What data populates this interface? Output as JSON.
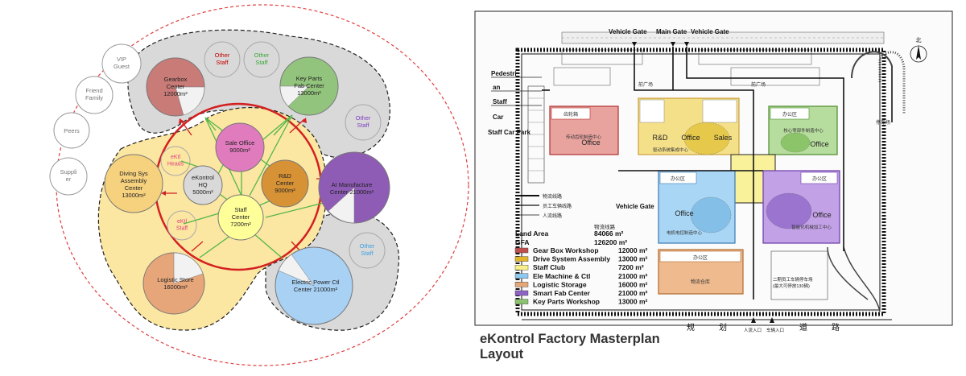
{
  "bubble_diagram": {
    "bubbles": [
      {
        "id": "gearbox",
        "label": "Gearbox\nCenter\n12000m²",
        "color": "#c97b78"
      },
      {
        "id": "keyparts",
        "label": "Key Parts\nFab Center\n13000m²",
        "color": "#93c47d"
      },
      {
        "id": "saleoffice",
        "label": "Sale Office\n9000m²",
        "color": "#e07bbd"
      },
      {
        "id": "hq",
        "label": "eKontrol\nHQ\n5000m²",
        "color": "#d9d9d9"
      },
      {
        "id": "rd",
        "label": "R&D\nCenter\n9000m²",
        "color": "#d89236"
      },
      {
        "id": "diving",
        "label": "Diving Sys\nAssembly\nCenter\n13000m²",
        "color": "#f6d17e"
      },
      {
        "id": "staffcenter",
        "label": "Staff\nCenter\n7200m²",
        "color": "#ffff99"
      },
      {
        "id": "aimfg",
        "label": "AI Manufacture\nCenter 21000m²",
        "color": "#8e5bb5"
      },
      {
        "id": "logistic",
        "label": "Logistic Store\n16000m²",
        "color": "#e6a67a"
      },
      {
        "id": "epower",
        "label": "Electric Power Ctl\nCenter 21000m²",
        "color": "#a8d1f4"
      }
    ],
    "small_labels": [
      {
        "id": "other-staff-red",
        "text": "Other\nStaff",
        "color": "#c00000"
      },
      {
        "id": "other-staff-green",
        "text": "Other\nStaff",
        "color": "#38a838"
      },
      {
        "id": "other-staff-purple",
        "text": "Other\nStaff",
        "color": "#7f3fbf"
      },
      {
        "id": "other-staff-blue",
        "text": "Other\nStaff",
        "color": "#3fa0e0"
      },
      {
        "id": "ektl-heads",
        "text": "eKtl\nHeads",
        "color": "#e0407a"
      },
      {
        "id": "ektl-staff",
        "text": "eKtl\nStaff",
        "color": "#e0407a"
      }
    ],
    "external_labels": [
      {
        "id": "vip",
        "text": "VIP\nGuest"
      },
      {
        "id": "friend",
        "text": "Friend\nFamily"
      },
      {
        "id": "peers",
        "text": "Peers"
      },
      {
        "id": "supplier",
        "text": "Suppli\ner"
      }
    ]
  },
  "masterplan": {
    "title": "eKontrol Factory Masterplan\nLayout",
    "gates": [
      "Vehicle Gate",
      "Main Gate",
      "Vehicle Gate"
    ],
    "side_labels": [
      "Pedestri",
      "an",
      "Staff",
      "Car",
      "Staff Car Park"
    ],
    "vehicle_gate_side": "Vehicle Gate",
    "line_legend": [
      "物流线路",
      "员工车辆线路",
      "人流线路"
    ],
    "logistics_route": "物流线路",
    "stats": [
      {
        "label": "Land Area",
        "value": "84066 m²"
      },
      {
        "label": "GFA",
        "value": "126200 m²"
      }
    ],
    "legend": [
      {
        "label": "Gear Box Workshop",
        "value": "12000 m²",
        "color": "#c0504d"
      },
      {
        "label": "Drive System Assembly",
        "value": "13000 m²",
        "color": "#e3b52b"
      },
      {
        "label": "Staff Club",
        "value": "7200 m²",
        "color": "#f8f08a"
      },
      {
        "label": "Ele Machine & Ctl",
        "value": "21000 m²",
        "color": "#8ec8ee"
      },
      {
        "label": "Logistic Storage",
        "value": "16000 m²",
        "color": "#e4a877"
      },
      {
        "label": "Smart Fab Center",
        "value": "21000 m²",
        "color": "#8e63c7"
      },
      {
        "label": "Key Parts Workshop",
        "value": "13000 m²",
        "color": "#8dc36f"
      }
    ],
    "blocks": [
      {
        "id": "gearbox",
        "office": "Office",
        "title": "齿轮箱",
        "cn": "传动齿轮制造中心",
        "color": "#e8a39f"
      },
      {
        "id": "rd",
        "office": "R&D",
        "office2": "Office",
        "office3": "Sales",
        "cn": "驱动系统集成中心",
        "color": "#f5e08a"
      },
      {
        "id": "keyparts",
        "office": "Office",
        "title": "办公区",
        "cn": "核心零部件制造中心",
        "color": "#b7dd9e"
      },
      {
        "id": "elemachine",
        "office": "Office",
        "title": "办公区",
        "cn": "电机电控制造中心",
        "color": "#a9d6f5"
      },
      {
        "id": "smartfab",
        "office": "Office",
        "title": "办公区",
        "cn": "智能化机械加工中心",
        "color": "#c2a1e6"
      },
      {
        "id": "logistic",
        "title": "办公区",
        "cn": "物流仓库",
        "color": "#efbb8e"
      }
    ],
    "plaza": [
      "前广场",
      "前广场"
    ],
    "staff_parking": [
      "二期员工车辆停车场",
      "(最大可停放130辆)"
    ],
    "bottom_road": [
      "规",
      "划",
      "道",
      "路"
    ],
    "bottom_gates": [
      "人流入口",
      "车辆入口"
    ],
    "north": "北",
    "bus_parking": "停车场"
  }
}
